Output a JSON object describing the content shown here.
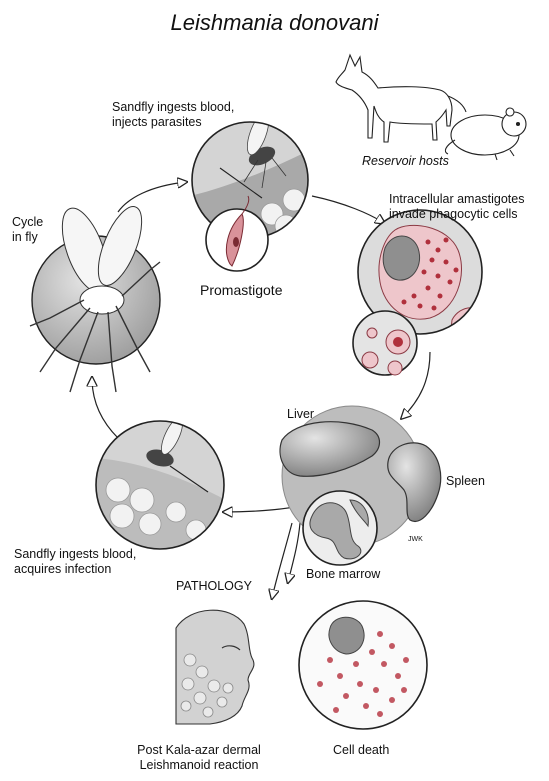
{
  "title": "Leishmania donovani",
  "labels": {
    "reservoir": "Reservoir hosts",
    "sandfly_inject": [
      "Sandfly ingests blood,",
      "injects parasites"
    ],
    "intracellular": [
      "Intracellular amastigotes",
      "invade phagocytic cells"
    ],
    "cycle_fly": [
      "Cycle",
      "in fly"
    ],
    "promastigote": "Promastigote",
    "liver": "Liver",
    "spleen": "Spleen",
    "bone_marrow": "Bone marrow",
    "sandfly_acquire": [
      "Sandfly ingests blood,",
      "acquires infection"
    ],
    "pathology": "PATHOLOGY",
    "pkdl": [
      "Post Kala-azar dermal",
      "Leishmanoid reaction"
    ],
    "cell_death": "Cell death",
    "signature": "JWK"
  },
  "colors": {
    "stroke": "#222222",
    "grey_fill": "#c9c9c9",
    "dark_grey": "#8d8d8d",
    "cell_pink": "#e9b9be",
    "parasite_red": "#b0303c",
    "organ": "#a9a9a9"
  }
}
